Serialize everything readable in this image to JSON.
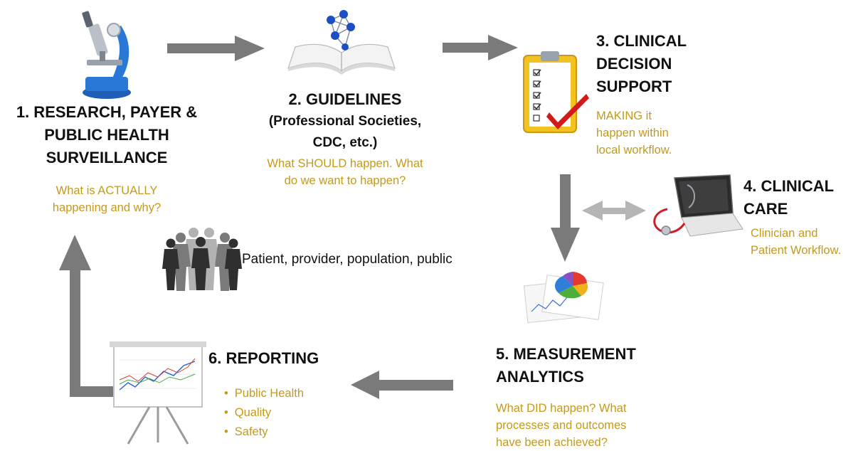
{
  "step1": {
    "title_lines": [
      "1. RESEARCH, PAYER &",
      "PUBLIC HEALTH",
      "SURVEILLANCE"
    ],
    "subtitle_lines": [
      "What is ACTUALLY",
      "happening and why?"
    ],
    "icon": "microscope-icon"
  },
  "step2": {
    "title": "2. GUIDELINES",
    "subtitle_lines": [
      "(Professional Societies,",
      "CDC, etc.)"
    ],
    "caption_lines": [
      "What SHOULD happen. What",
      "do we want to happen?"
    ],
    "icon": "open-book-molecule-icon"
  },
  "step3": {
    "title_lines": [
      "3. CLINICAL",
      "DECISION",
      "SUPPORT"
    ],
    "caption_lines": [
      "MAKING it",
      "happen within",
      "local workflow."
    ],
    "icon": "clipboard-checklist-icon"
  },
  "step4": {
    "title_lines": [
      "4. CLINICAL",
      "CARE"
    ],
    "caption_lines": [
      "Clinician and",
      "Patient Workflow."
    ],
    "icon": "laptop-stethoscope-icon"
  },
  "step5": {
    "title_lines": [
      "5. MEASUREMENT",
      "ANALYTICS"
    ],
    "caption_lines": [
      "What DID happen? What",
      "processes and outcomes",
      "have been achieved?"
    ],
    "icon": "pie-chart-report-icon"
  },
  "step6": {
    "title": "6. REPORTING",
    "bullets": [
      "Public Health",
      "Quality",
      "Safety"
    ],
    "icon": "presentation-easel-icon"
  },
  "people": {
    "label": "Patient, provider, population, public",
    "icon": "people-silhouettes-icon"
  },
  "colors": {
    "accent_text": "#c49a1c",
    "title_text": "#111111",
    "arrow": "#7a7a7a",
    "double_arrow": "#b5b5b5"
  }
}
